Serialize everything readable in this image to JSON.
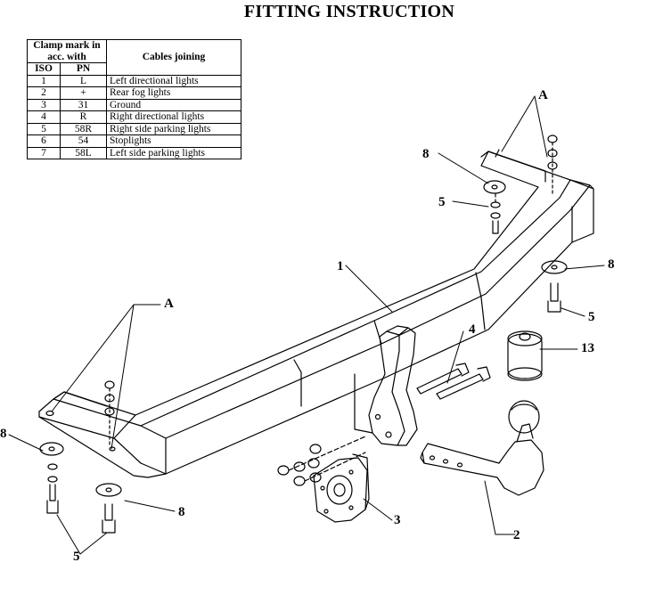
{
  "title": "FITTING INSTRUCTION",
  "table": {
    "header_clamp": "Clamp mark in acc. with",
    "header_cables": "Cables joining",
    "sub_iso": "ISO",
    "sub_pn": "PN",
    "rows": [
      {
        "iso": "1",
        "pn": "L",
        "desc": "Left directional lights"
      },
      {
        "iso": "2",
        "pn": "+",
        "desc": "Rear fog lights"
      },
      {
        "iso": "3",
        "pn": "31",
        "desc": "Ground"
      },
      {
        "iso": "4",
        "pn": "R",
        "desc": "Right directional lights"
      },
      {
        "iso": "5",
        "pn": "58R",
        "desc": "Right side parking lights"
      },
      {
        "iso": "6",
        "pn": "54",
        "desc": "Stoplights"
      },
      {
        "iso": "7",
        "pn": "58L",
        "desc": "Left side parking lights"
      }
    ]
  },
  "callouts": {
    "a_top": "A",
    "a_left": "A",
    "n8_top": "8",
    "n5_top": "5",
    "n1": "1",
    "n8_right": "8",
    "n5_right": "5",
    "n4": "4",
    "n13": "13",
    "n8_left": "8",
    "n8_bottom": "8",
    "n3": "3",
    "n2": "2",
    "n5_bottom": "5"
  }
}
